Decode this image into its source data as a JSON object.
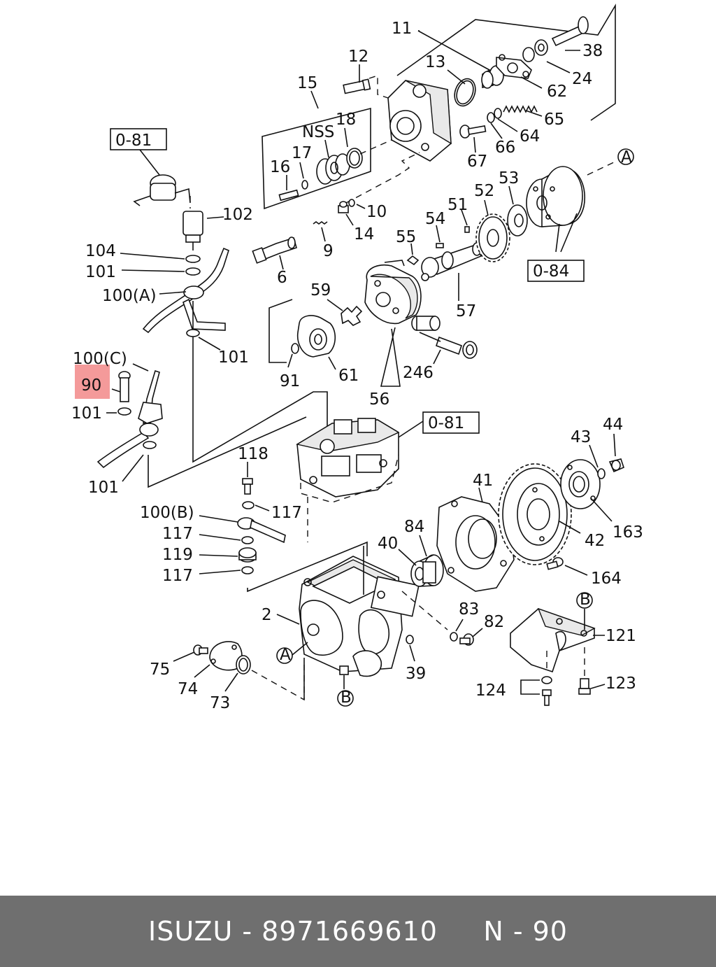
{
  "labels": {
    "l11": "11",
    "l12": "12",
    "l13": "13",
    "l15": "15",
    "l18": "18",
    "lnss": "NSS",
    "l16": "16",
    "l17": "17",
    "l38": "38",
    "l24": "24",
    "l62": "62",
    "l65": "65",
    "l64": "64",
    "l66": "66",
    "l67": "67",
    "l10": "10",
    "l14": "14",
    "l9": "9",
    "l6": "6",
    "l102": "102",
    "l104": "104",
    "l101a": "101",
    "l100a": "100(A)",
    "l101b": "101",
    "l100c": "100(C)",
    "l90": "90",
    "l101c": "101",
    "l101d": "101",
    "l54": "54",
    "l51": "51",
    "l52": "52",
    "l53": "53",
    "l55": "55",
    "l57": "57",
    "l59": "59",
    "l91": "91",
    "l61": "61",
    "l246": "246",
    "l56": "56",
    "l118": "118",
    "l117a": "117",
    "l100b": "100(B)",
    "l117b": "117",
    "l119": "119",
    "l117c": "117",
    "l43": "43",
    "l44": "44",
    "l41": "41",
    "l84": "84",
    "l40": "40",
    "l42": "42",
    "l163": "163",
    "l164": "164",
    "l2": "2",
    "l83": "83",
    "l82": "82",
    "l39": "39",
    "l75": "75",
    "l74": "74",
    "l73": "73",
    "l121": "121",
    "l124": "124",
    "l123": "123"
  },
  "ref_boxes": {
    "box1": "0-81",
    "box2": "0-84",
    "box3": "0-81"
  },
  "circle_refs": {
    "a1": "A",
    "a2": "A",
    "b1": "B",
    "b2": "B"
  },
  "highlight": {
    "part": "90",
    "color": "#f49a9a"
  },
  "footer": {
    "brand": "ISUZU",
    "part_number": "8971669610",
    "ref": "N - 90",
    "text": "ISUZU - 8971669610     N - 90"
  }
}
